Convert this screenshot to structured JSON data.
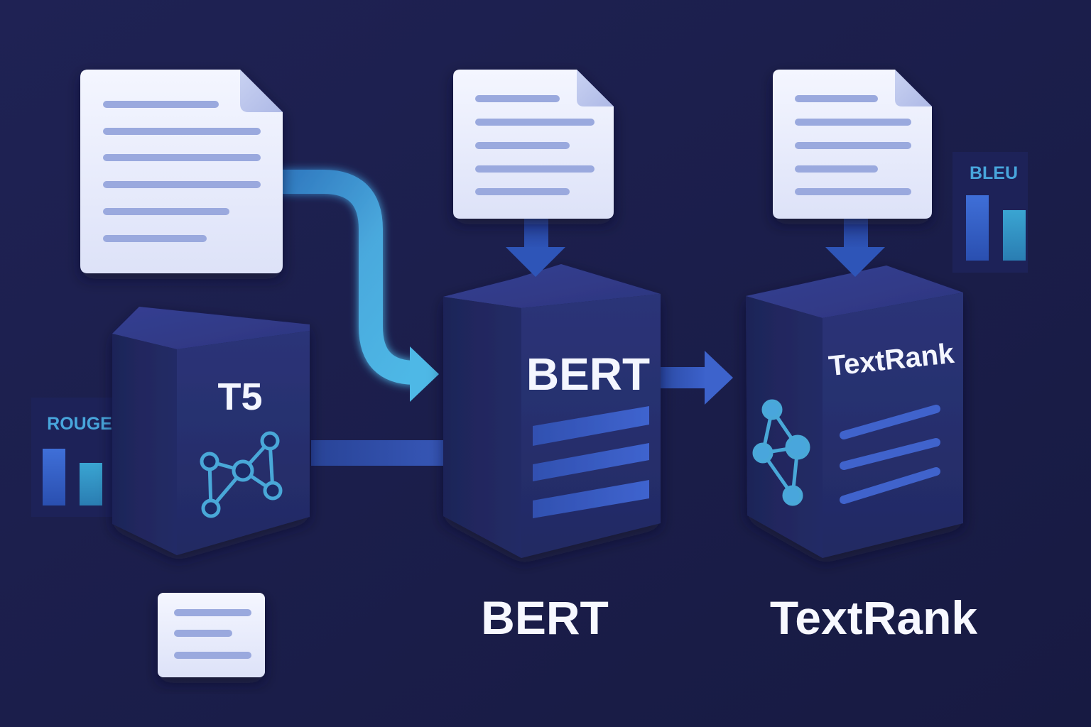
{
  "diagram": {
    "models": {
      "t5": {
        "title": "T5"
      },
      "bert": {
        "title": "BERT",
        "caption": "BERT"
      },
      "textrank": {
        "title": "TextRank",
        "caption": "TextRank"
      }
    },
    "metrics": {
      "rouge": {
        "label": "ROUGE"
      },
      "bleu": {
        "label": "BLEU"
      }
    },
    "icons": {
      "document": "document-icon",
      "neural_graph": "neural-network-icon",
      "layer_stack": "layers-icon",
      "graph": "graph-icon",
      "bar_chart": "bar-chart-icon",
      "arrow": "arrow-icon"
    },
    "colors": {
      "background": "#1b1d4a",
      "cube_front": "#27306f",
      "cube_top": "#30398a",
      "cube_side": "#1f255a",
      "accent_cyan": "#4fb3e3",
      "accent_blue": "#3d63c9",
      "document": "#eef1ff",
      "document_line": "#9aa9de",
      "text": "#f4f6ff"
    }
  }
}
